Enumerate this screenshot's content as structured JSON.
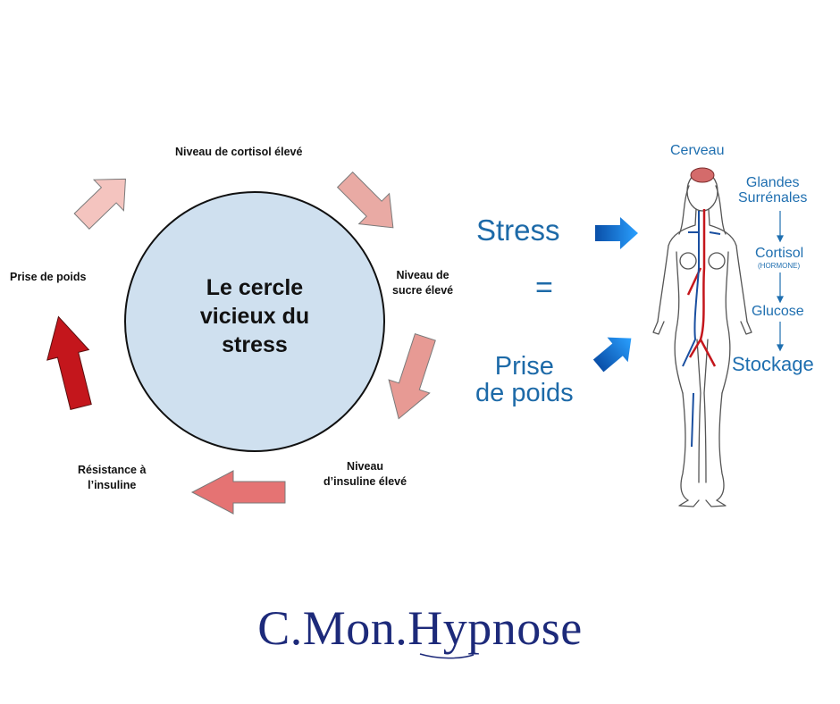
{
  "cycle": {
    "title": "Le cercle\nvicieux du\nstress",
    "steps": [
      "Niveau de cortisol élevé",
      "Niveau de\nsucre élevé",
      "Niveau\nd’insuline élevé",
      "Résistance à\nl’insuline",
      "Prise de poids"
    ],
    "colors": {
      "circle_fill": "#cfe0ef",
      "circle_stroke": "#111111",
      "arrow_light": "#f4c4bf",
      "arrow_mid": "#e79a94",
      "arrow_dark": "#e57373",
      "arrow_red": "#c4161c"
    }
  },
  "equation": {
    "stress": "Stress",
    "equals": "=",
    "weight_gain": "Prise\nde poids",
    "arrow_color": "#1a73c9"
  },
  "body_labels": {
    "brain": "Cerveau",
    "adrenal": "Glandes\nSurrénales",
    "cortisol": "Cortisol",
    "hormone": "(HORMONE)",
    "glucose": "Glucose",
    "storage": "Stockage"
  },
  "brand": {
    "name": "C.Mon.Hypnose",
    "color": "#1d2a7a"
  }
}
